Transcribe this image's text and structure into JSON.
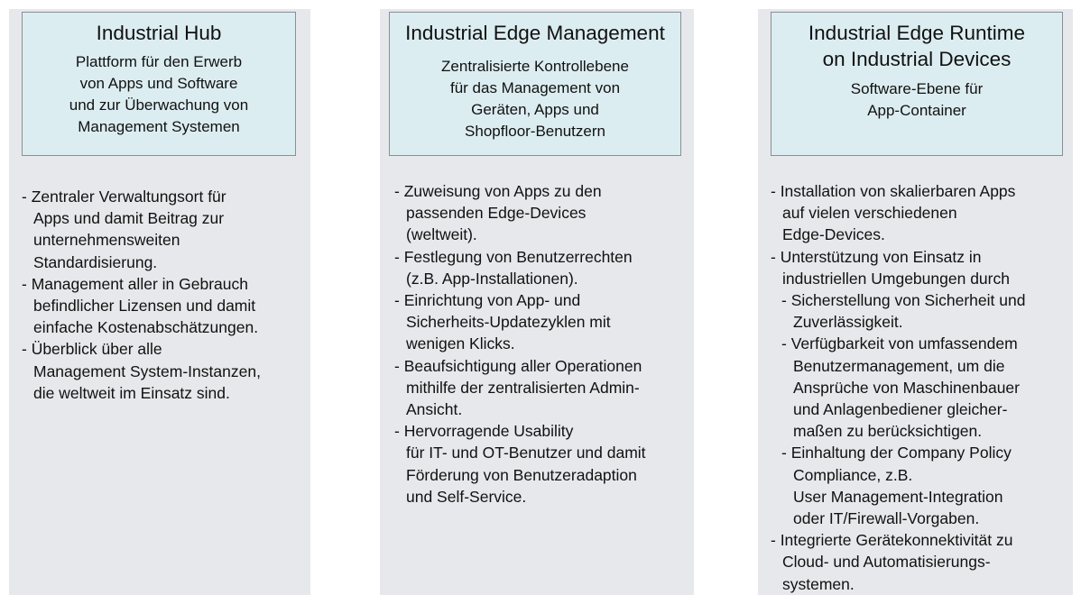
{
  "columns": [
    {
      "title": "Industrial Hub",
      "subtitle": "Plattform für den Erwerb\nvon Apps und Software\nund zur Überwachung von\nManagement Systemen",
      "items": [
        "- Zentraler Verwaltungsort für\nApps und damit Beitrag zur\nunternehmensweiten\nStandardisierung.",
        "- Management aller in Gebrauch\nbefindlicher Lizensen und damit\neinfache Kostenabschätzungen.",
        "- Überblick über alle\nManagement System-Instanzen,\ndie weltweit im Einsatz sind."
      ]
    },
    {
      "title": "Industrial Edge Management",
      "subtitle": "Zentralisierte Kontrollebene\nfür das Management von\nGeräten, Apps und\nShopfloor-Benutzern",
      "items": [
        "- Zuweisung von Apps zu den\npassenden Edge-Devices\n(weltweit).",
        "- Festlegung von Benutzerrechten\n(z.B. App-Installationen).",
        "- Einrichtung von  App- und\nSicherheits-Updatezyklen mit\nwenigen Klicks.",
        "- Beaufsichtigung aller Operationen\nmithilfe der zentralisierten Admin-\nAnsicht.",
        "- Hervorragende Usability\nfür IT- und OT-Benutzer und damit\nFörderung von Benutzeradaption\nund Self-Service."
      ]
    },
    {
      "title": "Industrial Edge Runtime\non Industrial Devices",
      "subtitle": "Software-Ebene für\nApp-Container",
      "items": [
        "- Installation von skalierbaren Apps\nauf vielen verschiedenen\nEdge-Devices.",
        "- Unterstützung von Einsatz in\nindustriellen Umgebungen durch"
      ],
      "sub_items": [
        "- Sicherstellung von Sicherheit und\nZuverlässigkeit.",
        "- Verfügbarkeit von umfassendem\nBenutzermanagement, um die\nAnsprüche von Maschinenbauer\nund Anlagenbediener gleicher-\nmaßen zu berücksichtigen.",
        "- Einhaltung der Company Policy\nCompliance, z.B.\nUser Management-Integration\noder IT/Firewall-Vorgaben."
      ],
      "closing_items": [
        "- Integrierte Gerätekonnektivität zu\nCloud- und Automatisierungs-\nsystemen."
      ]
    }
  ]
}
